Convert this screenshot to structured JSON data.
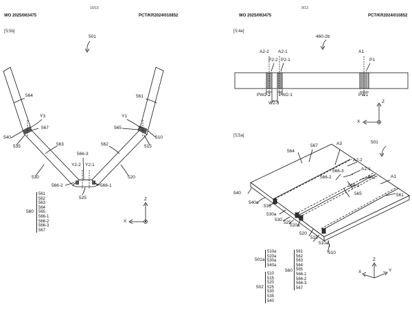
{
  "pages": [
    {
      "page_number": "10/13",
      "pub_number": "WO 2025/063475",
      "app_number": "PCT/KR2024/010852",
      "figure_label": "[도5b]",
      "ref_main": "501",
      "labels": {
        "l564": "564",
        "l561": "561",
        "l540": "540",
        "l535": "535",
        "l567": "567",
        "y3": "Y3",
        "l563": "563",
        "l562": "562",
        "l565": "565",
        "y1": "Y1",
        "l515": "515",
        "l510": "510",
        "l566_3": "566-3",
        "y2_2": "Y2-2",
        "y2_1": "Y2-1",
        "l530": "530",
        "l520": "520",
        "l566_2": "566-2",
        "l566_1": "566-1",
        "l525": "525"
      },
      "legend_prefix": "560",
      "legend_items": [
        "561",
        "562",
        "563",
        "564",
        "565",
        "566-1",
        "566-2",
        "566-3",
        "567"
      ],
      "axis": {
        "z": "Z",
        "x": "X"
      }
    },
    {
      "page_number": "9/13",
      "pub_number": "WO 2025/063475",
      "app_number": "PCT/KR2024/010852",
      "figure_top_label": "[도4e]",
      "ref_top": "460-2b",
      "labels_top": {
        "a2_2": "A2-2",
        "a2_1": "A2-1",
        "a1": "A1",
        "p2_2": "P2-2",
        "p2_1": "P2-1",
        "p1": "P1",
        "pw2_2": "PW2-2",
        "pw2_1": "PW2-1",
        "w2_3": "W2-3",
        "pw1": "PW1"
      },
      "axis_top": {
        "z": "Z",
        "x": "X"
      },
      "figure_bottom_label": "[도5a]",
      "ref_bottom": "501",
      "labels_bottom": {
        "l564": "564",
        "l567": "567",
        "a3": "A3",
        "a2_2": "A2-2",
        "a2_1": "A2-1",
        "l562": "562",
        "l566_2": "566-2",
        "l566_3": "566-3",
        "l566_1": "566-1",
        "a1": "A1",
        "l565": "565",
        "l561": "561",
        "l540": "540",
        "l540a": "540a",
        "l535": "535",
        "l530a": "530a",
        "l530": "530",
        "l525": "525",
        "l520a": "520a",
        "l520": "520",
        "l515": "515",
        "l510a": "510a",
        "l510": "510"
      },
      "legend501a_prefix": "501a",
      "legend501a_items": [
        "510a",
        "520a",
        "530a",
        "540a"
      ],
      "legend502_prefix": "502",
      "legend502_items": [
        "510",
        "515",
        "520",
        "525",
        "530",
        "535",
        "540"
      ],
      "legend560_prefix": "560",
      "legend560_items": [
        "561",
        "562",
        "563",
        "564",
        "565",
        "566-1",
        "566-2",
        "566-3",
        "567"
      ],
      "axis_bottom": {
        "z": "Z",
        "x": "X",
        "y": "Y"
      }
    }
  ]
}
